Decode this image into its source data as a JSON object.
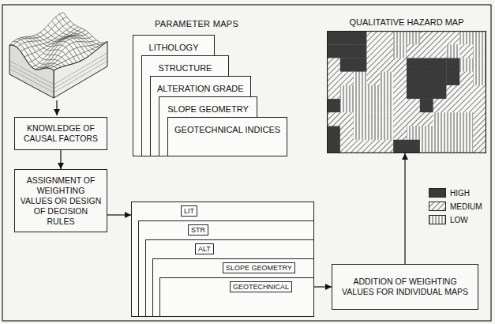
{
  "diagram": {
    "nodes": [
      {
        "text": [
          "LITHOLOGY"
        ]
      },
      {
        "text": [
          "STRUCTURE"
        ]
      },
      {
        "text": [
          "ALTERATION GRADE"
        ]
      },
      {
        "text": [
          "SLOPE GEOMETRY"
        ]
      },
      {
        "text": [
          "GEOTECHNICAL INDICES"
        ]
      },
      {
        "text": [
          "QUALITATIVE HAZARD MAP"
        ]
      },
      {
        "text": [
          "KNOWLEDGE OF CAUSAL FACTORS"
        ]
      },
      {
        "text": [
          "ASSIGNMENT OF WEIGHTING VALUES OR DESIGN OF DECISION RULES"
        ]
      },
      {
        "text": [
          "LIT"
        ]
      },
      {
        "text": [
          "STR"
        ]
      },
      {
        "text": [
          "ALT"
        ]
      },
      {
        "text": [
          "SLOPE GEOMETRY"
        ]
      },
      {
        "text": [
          "GEOTECHNICAL"
        ]
      },
      {
        "text": [
          "ADDITION OF WEIGHTING VALUES FOR INDIVIDUAL MAPS"
        ]
      }
    ],
    "edges": [
      {
        "from": 6,
        "to": 7,
        "arrow": "to"
      },
      {
        "from": 7,
        "to": 8,
        "arrow": "to"
      },
      {
        "from": 12,
        "to": 13,
        "arrow": "to"
      },
      {
        "from": 13,
        "to": 5,
        "arrow": "to"
      }
    ],
    "labels": [
      "PARAMETER MAPS"
    ],
    "legend": [
      {
        "text": "HIGH",
        "color": "#3a3a3a"
      },
      {
        "text": "MEDIUM"
      },
      {
        "text": "LOW"
      }
    ]
  }
}
